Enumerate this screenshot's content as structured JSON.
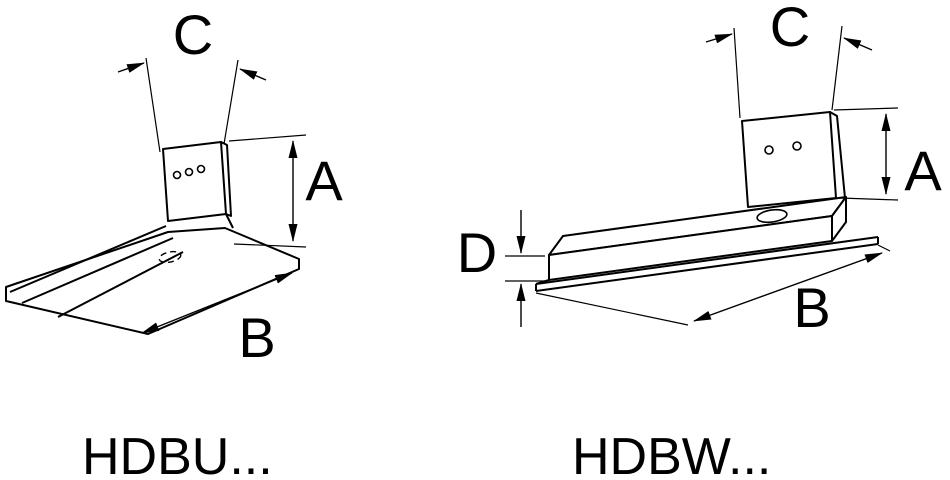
{
  "page": {
    "background_color": "#ffffff",
    "line_color": "#000000"
  },
  "figures": {
    "hdbu": {
      "caption": "HDBU...",
      "dimensions": {
        "a": "A",
        "b": "B",
        "c": "C"
      }
    },
    "hdbw": {
      "caption": "HDBW...",
      "dimensions": {
        "a": "A",
        "b": "B",
        "c": "C",
        "d": "D"
      }
    }
  }
}
